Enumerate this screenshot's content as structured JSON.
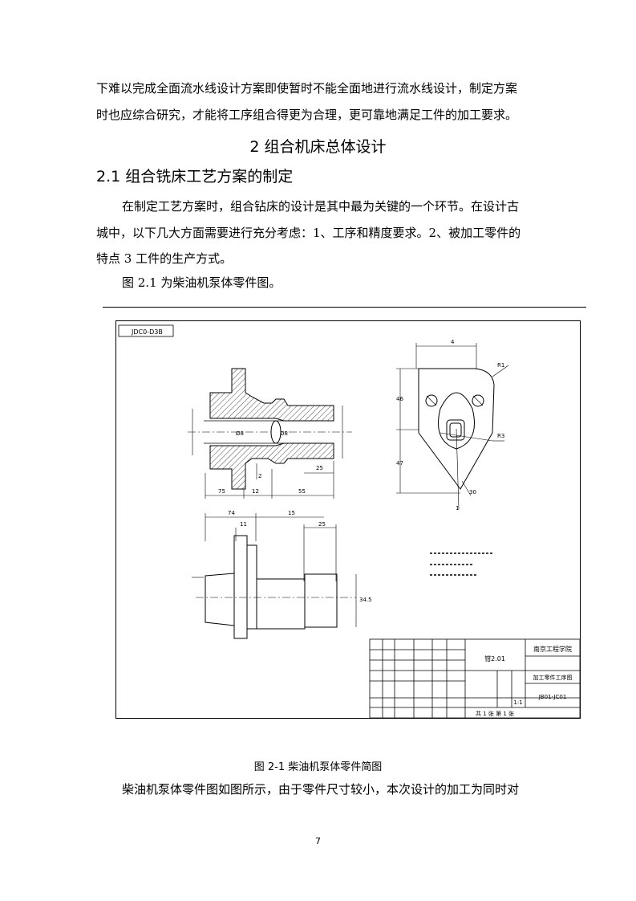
{
  "intro": {
    "line1": "下难以完成全面流水线设计方案即使暂时不能全面地进行流水线设计，制定方案",
    "line2": "时也应综合研究，才能将工序组合得更为合理，更可靠地满足工件的加工要求。"
  },
  "section_title": "2 组合机床总体设计",
  "subsection_title": "2.1 组合铣床工艺方案的制定",
  "body": {
    "line1": "在制定工艺方案时，组合钻床的设计是其中最为关键的一个环节。在设计古",
    "line2": "城中，以下几大方面需要进行充分考虑：1、工序和精度要求。2、被加工零件的",
    "line3": "特点 3 工件的生产方式。",
    "line4": "图 2.1 为柴油机泵体零件图。"
  },
  "drawing": {
    "stamp": "JDC0-D3B",
    "title_block": {
      "drawing_name": "钳2.01",
      "school": "南京工程学院",
      "part_name": "加工零件工序图",
      "drawing_no": "JB01-JC01",
      "scale": "1:1",
      "sheets": "共 1 张  第 1 张"
    }
  },
  "caption": "图 2-1 柴油机泵体零件简图",
  "after": "柴油机泵体零件图如图所示，由于零件尺寸较小，本次设计的加工为同时对",
  "page_number": "7"
}
